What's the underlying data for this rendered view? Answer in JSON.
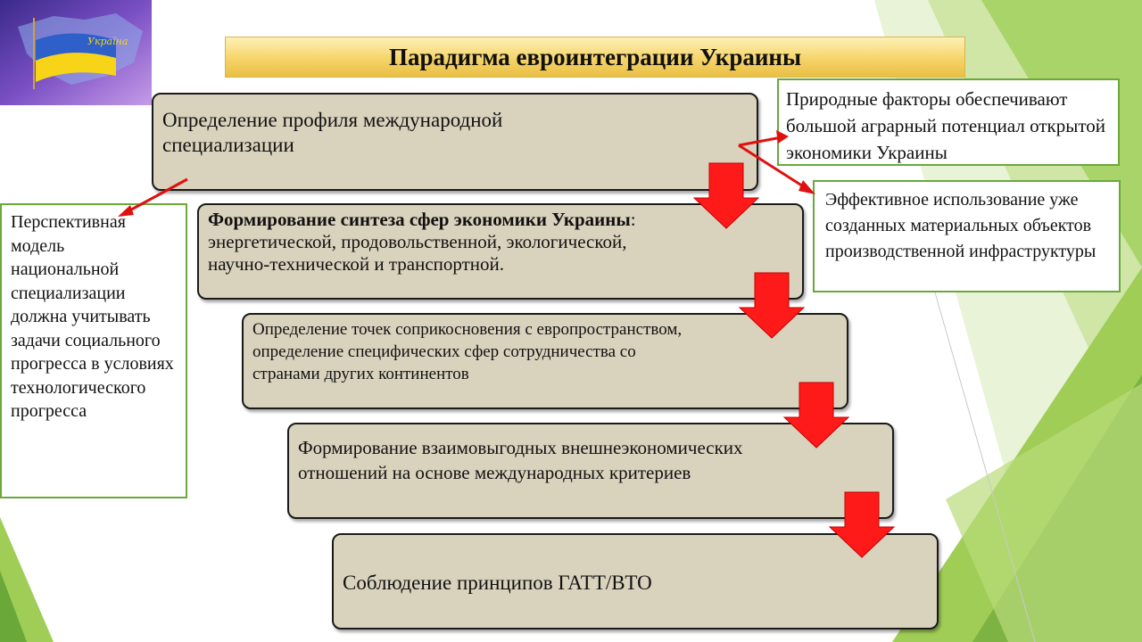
{
  "title": "Парадигма евроинтеграции  Украины",
  "logo": {
    "caption": "Україна",
    "icon": "ukraine-flag-map-icon"
  },
  "steps": [
    {
      "text": "Определение профиля международной специализации"
    },
    {
      "bold": "Формирование синтеза сфер экономики Украины",
      "text": ":  энергетической, продовольственной, экологической, научно-технической и транспортной."
    },
    {
      "text": "Определение точек соприкосновения с европространством, определение специфических сфер сотрудничества со странами других континентов"
    },
    {
      "text": "Формирование взаимовыгодных внешнеэкономических отношений на основе международных критериев"
    },
    {
      "text": "Соблюдение принципов ГАТТ/ВТО"
    }
  ],
  "notes": {
    "left": "Перспективная модель национальной специализации должна учитывать задачи социального прогресса в условиях технологического прогресса",
    "top_right_1": "Природные факторы обеспечивают большой аграрный потенциал открытой экономики Украины",
    "top_right_2": "Эффективное использование уже созданных материальных объектов производственной инфраструктуры"
  },
  "colors": {
    "step_fill": "#d9d2bd",
    "note_border": "#6aa83a",
    "arrow_red": "#ff1a1a",
    "title_gold": "#f6d46a",
    "green_accent": "#8cc63f"
  }
}
